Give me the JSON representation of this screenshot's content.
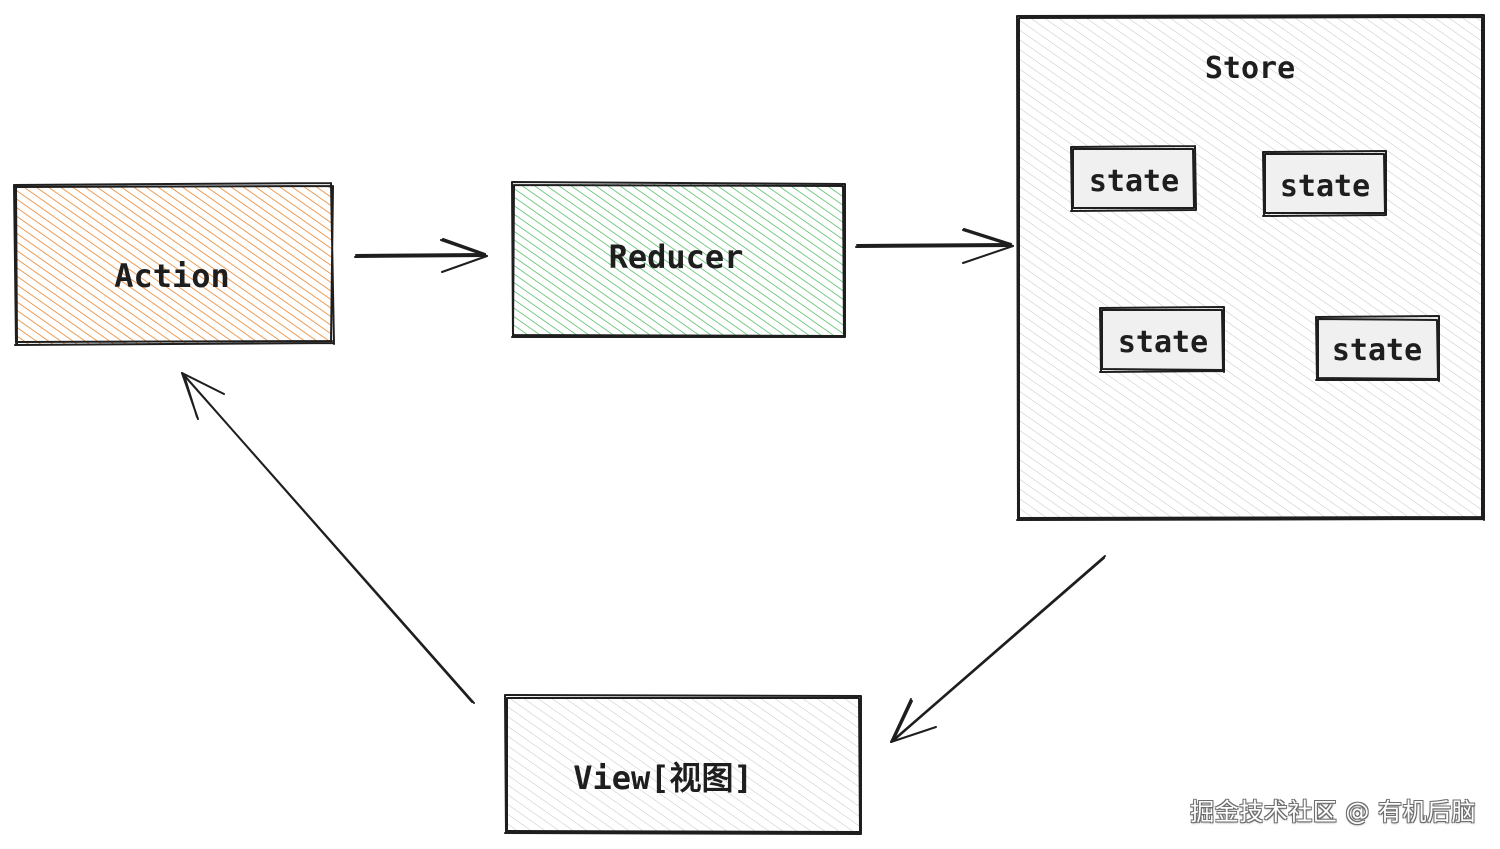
{
  "nodes": {
    "action": {
      "label": "Action",
      "fill": "#e8842c"
    },
    "reducer": {
      "label": "Reducer",
      "fill": "#40b557"
    },
    "store": {
      "label": "Store",
      "fill": "#b5b5b5",
      "states": [
        "state",
        "state",
        "state",
        "state"
      ]
    },
    "view": {
      "label": "View[视图]",
      "fill": "#b5b5b5"
    }
  },
  "colors": {
    "stroke": "#1e1e1e",
    "background": "#ffffff"
  },
  "watermark": "掘金技术社区 @ 有机后脑"
}
